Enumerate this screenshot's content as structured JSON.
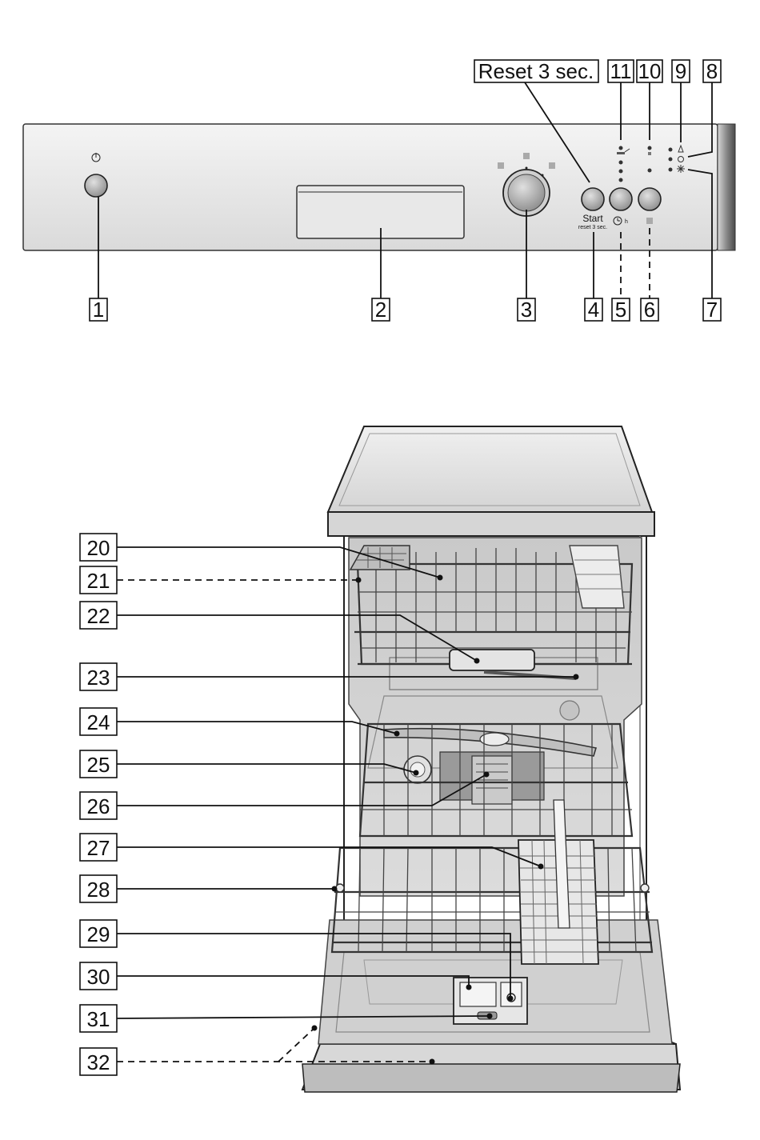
{
  "panel": {
    "callout_reset": "Reset 3 sec.",
    "button_start_label": "Start",
    "button_start_sub": "reset 3 sec.",
    "timer_suffix": "h"
  },
  "callouts_panel": [
    {
      "id": "c1",
      "n": "1"
    },
    {
      "id": "c2",
      "n": "2"
    },
    {
      "id": "c3",
      "n": "3"
    },
    {
      "id": "c4",
      "n": "4"
    },
    {
      "id": "c5",
      "n": "5"
    },
    {
      "id": "c6",
      "n": "6"
    },
    {
      "id": "c7",
      "n": "7"
    },
    {
      "id": "c8",
      "n": "8"
    },
    {
      "id": "c9",
      "n": "9"
    },
    {
      "id": "c10",
      "n": "10"
    },
    {
      "id": "c11",
      "n": "11"
    }
  ],
  "callouts_machine": [
    {
      "id": "c20",
      "n": "20"
    },
    {
      "id": "c21",
      "n": "21"
    },
    {
      "id": "c22",
      "n": "22"
    },
    {
      "id": "c23",
      "n": "23"
    },
    {
      "id": "c24",
      "n": "24"
    },
    {
      "id": "c25",
      "n": "25"
    },
    {
      "id": "c26",
      "n": "26"
    },
    {
      "id": "c27",
      "n": "27"
    },
    {
      "id": "c28",
      "n": "28"
    },
    {
      "id": "c29",
      "n": "29"
    },
    {
      "id": "c30",
      "n": "30"
    },
    {
      "id": "c31",
      "n": "31"
    },
    {
      "id": "c32",
      "n": "32"
    }
  ],
  "icons": {
    "power": "power-icon",
    "timer": "clock-icon",
    "snowflake": "snowflake-icon"
  }
}
